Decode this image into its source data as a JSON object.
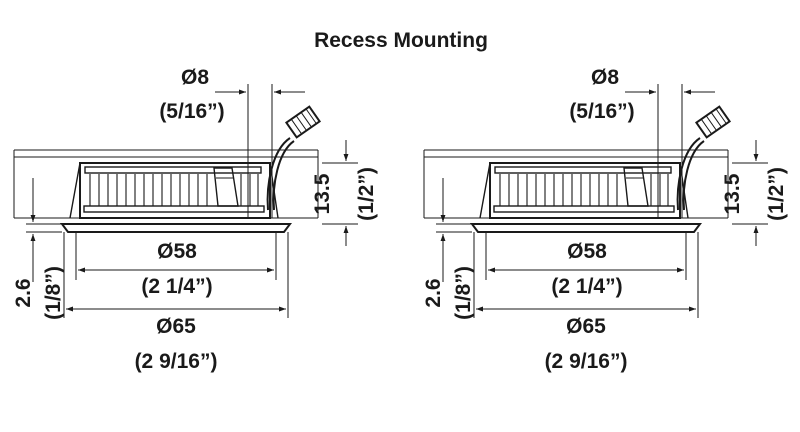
{
  "title": "Recess Mounting",
  "drawings": [
    {
      "hole_diameter": "Ø8",
      "hole_diameter_in": "(5/16”)",
      "recess_depth": "13.5",
      "recess_depth_in": "(1/2”)",
      "flange_height": "2.6",
      "flange_height_in": "(1/8”)",
      "body_diameter": "Ø58",
      "body_diameter_in": "(2 1/4”)",
      "outer_diameter": "Ø65",
      "outer_diameter_in": "(2 9/16”)"
    },
    {
      "hole_diameter": "Ø8",
      "hole_diameter_in": "(5/16”)",
      "recess_depth": "13.5",
      "recess_depth_in": "(1/2”)",
      "flange_height": "2.6",
      "flange_height_in": "(1/8”)",
      "body_diameter": "Ø58",
      "body_diameter_in": "(2 1/4”)",
      "outer_diameter": "Ø65",
      "outer_diameter_in": "(2 9/16”)"
    }
  ]
}
